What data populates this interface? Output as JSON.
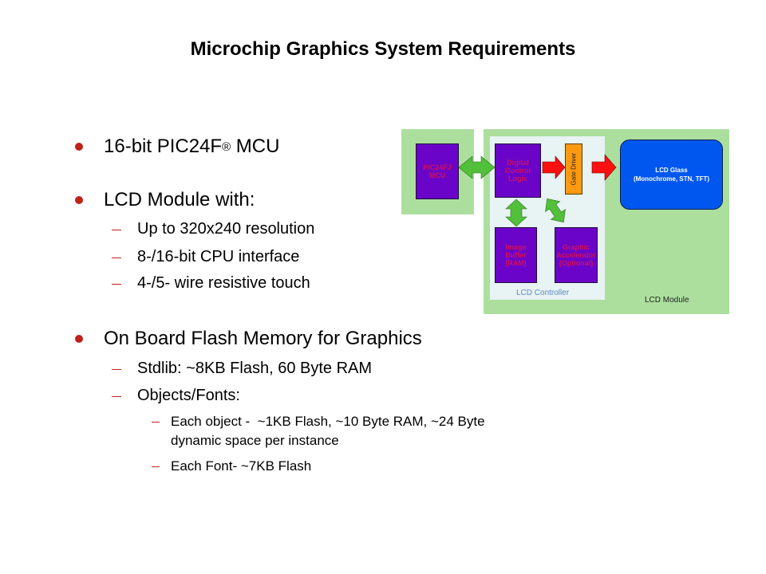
{
  "slide": {
    "title": "Microchip Graphics System Requirements",
    "bullets": {
      "b1": {
        "text": "16-bit PIC24F",
        "sup": "®",
        "suffix": " MCU"
      },
      "b2": {
        "text": "LCD Module with:"
      },
      "b2_subs": [
        "Up to 320x240 resolution",
        "8-/16-bit CPU interface",
        "4-/5- wire resistive touch"
      ],
      "b3": {
        "text": "On Board Flash Memory for Graphics"
      },
      "b3_subs": [
        "Stdlib: ~8KB Flash, 60 Byte RAM",
        "Objects/Fonts:"
      ],
      "b3_subsubs": [
        {
          "line1": "Each object -  ~1KB Flash, ~10 Byte RAM, ~24 Byte",
          "line2": "dynamic space per instance"
        },
        {
          "line1": "Each Font- ~7KB Flash"
        }
      ]
    }
  },
  "diagram": {
    "mcu": "PIC24FJ MCU",
    "dcl": "Digital Control Logic",
    "gate": "Gate Driver",
    "glass_line1": "LCD Glass",
    "glass_line2": "(Monochrome, STN, TFT)",
    "buffer": "Image Buffer (RAM)",
    "accel": "Graphic Accelerator (Optional)",
    "ctrl_label": "LCD Controller",
    "mod_label": "LCD Module"
  },
  "colors": {
    "accent_red": "#c0201a",
    "arrow_green": "#52c03a",
    "arrow_red": "#ff1010"
  }
}
